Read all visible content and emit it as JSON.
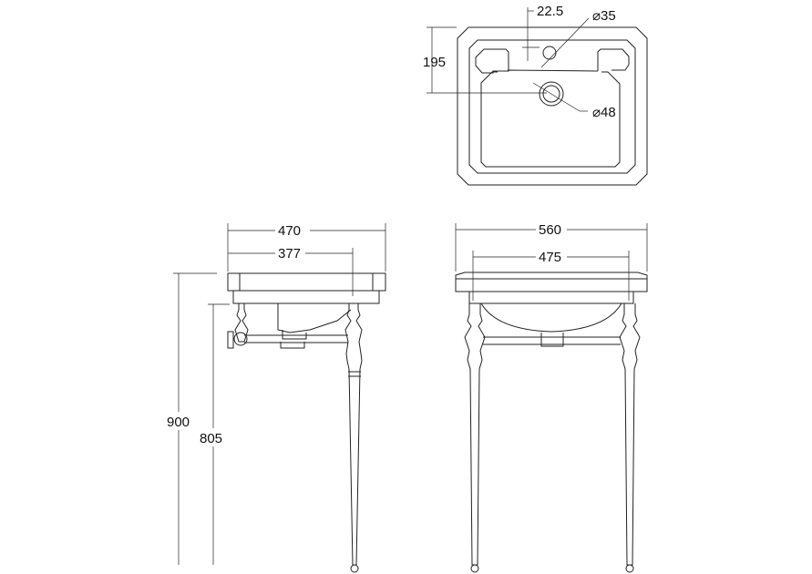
{
  "top_view": {
    "tap_offset": "22.5",
    "tap_hole": "⌀35",
    "depth_to_waste": "195",
    "waste": "⌀48"
  },
  "side_view": {
    "overall_depth": "470",
    "leg_depth": "377",
    "overall_height": "900",
    "rail_height": "805"
  },
  "front_view": {
    "overall_width": "560",
    "leg_width": "475"
  }
}
